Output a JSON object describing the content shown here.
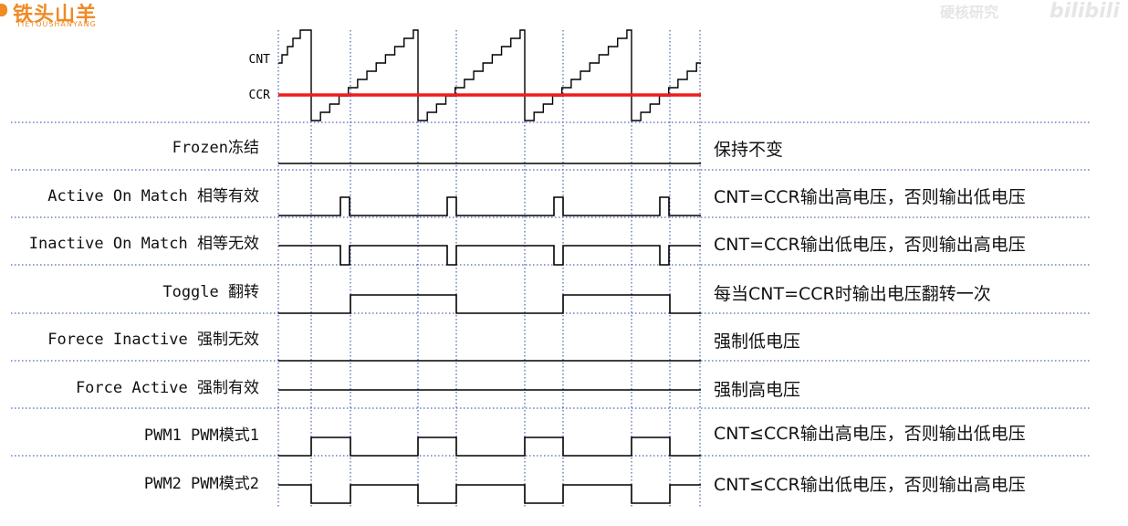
{
  "logo": {
    "name": "铁头山羊",
    "subtitle": "TIETOUSHANYANG"
  },
  "watermark": {
    "title": "硬核研究",
    "brand": "bilibili"
  },
  "cnt_label": "CNT",
  "ccr_label": "CCR",
  "colors": {
    "signal": "#000000",
    "ccr_line": "#ee1c1c",
    "grid": "#1f3fa0",
    "logo": "#f08a24"
  },
  "rows": [
    {
      "label": "Frozen冻结",
      "description": "保持不变"
    },
    {
      "label": "Active On Match 相等有效",
      "description": "CNT=CCR输出高电压，否则输出低电压"
    },
    {
      "label": "Inactive On Match 相等无效",
      "description": "CNT=CCR输出低电压，否则输出高电压"
    },
    {
      "label": "Toggle 翻转",
      "description": "每当CNT=CCR时输出电压翻转一次"
    },
    {
      "label": "Forece Inactive 强制无效",
      "description": "强制低电压"
    },
    {
      "label": "Force Active 强制有效",
      "description": "强制高电压"
    },
    {
      "label": "PWM1 PWM模式1",
      "description": "CNT≤CCR输出高电压，否则输出低电压"
    },
    {
      "label": "PWM2 PWM模式2",
      "description": "CNT≤CCR输出低电压，否则输出高电压"
    }
  ]
}
